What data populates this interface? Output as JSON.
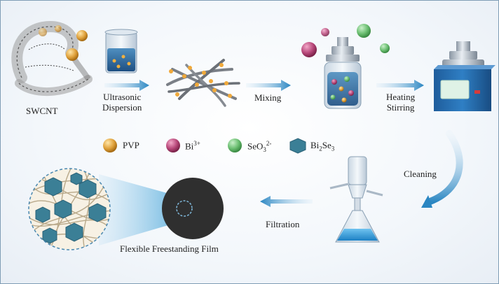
{
  "steps": {
    "swcnt": "SWCNT",
    "ultrasonic_line1": "Ultrasonic",
    "ultrasonic_line2": "Dispersion",
    "mixing": "Mixing",
    "heating_line1": "Heating",
    "heating_line2": "Stirring",
    "cleaning": "Cleaning",
    "filtration": "Filtration",
    "film": "Flexible Freestanding Film"
  },
  "legend": {
    "pvp": "PVP",
    "bi_base": "Bi",
    "bi_sup": "3+",
    "seo_base": "SeO",
    "seo_sub": "3",
    "seo_sup": "2-",
    "bise_a": "Bi",
    "bise_sub1": "2",
    "bise_b": "Se",
    "bise_sub2": "3"
  },
  "colors": {
    "pvp": "#e0a23c",
    "bi": "#b8487a",
    "seo": "#6cbf72",
    "bise": "#3b7f96",
    "arrow": "#3b8fc4",
    "film": "#2f2f2f"
  }
}
